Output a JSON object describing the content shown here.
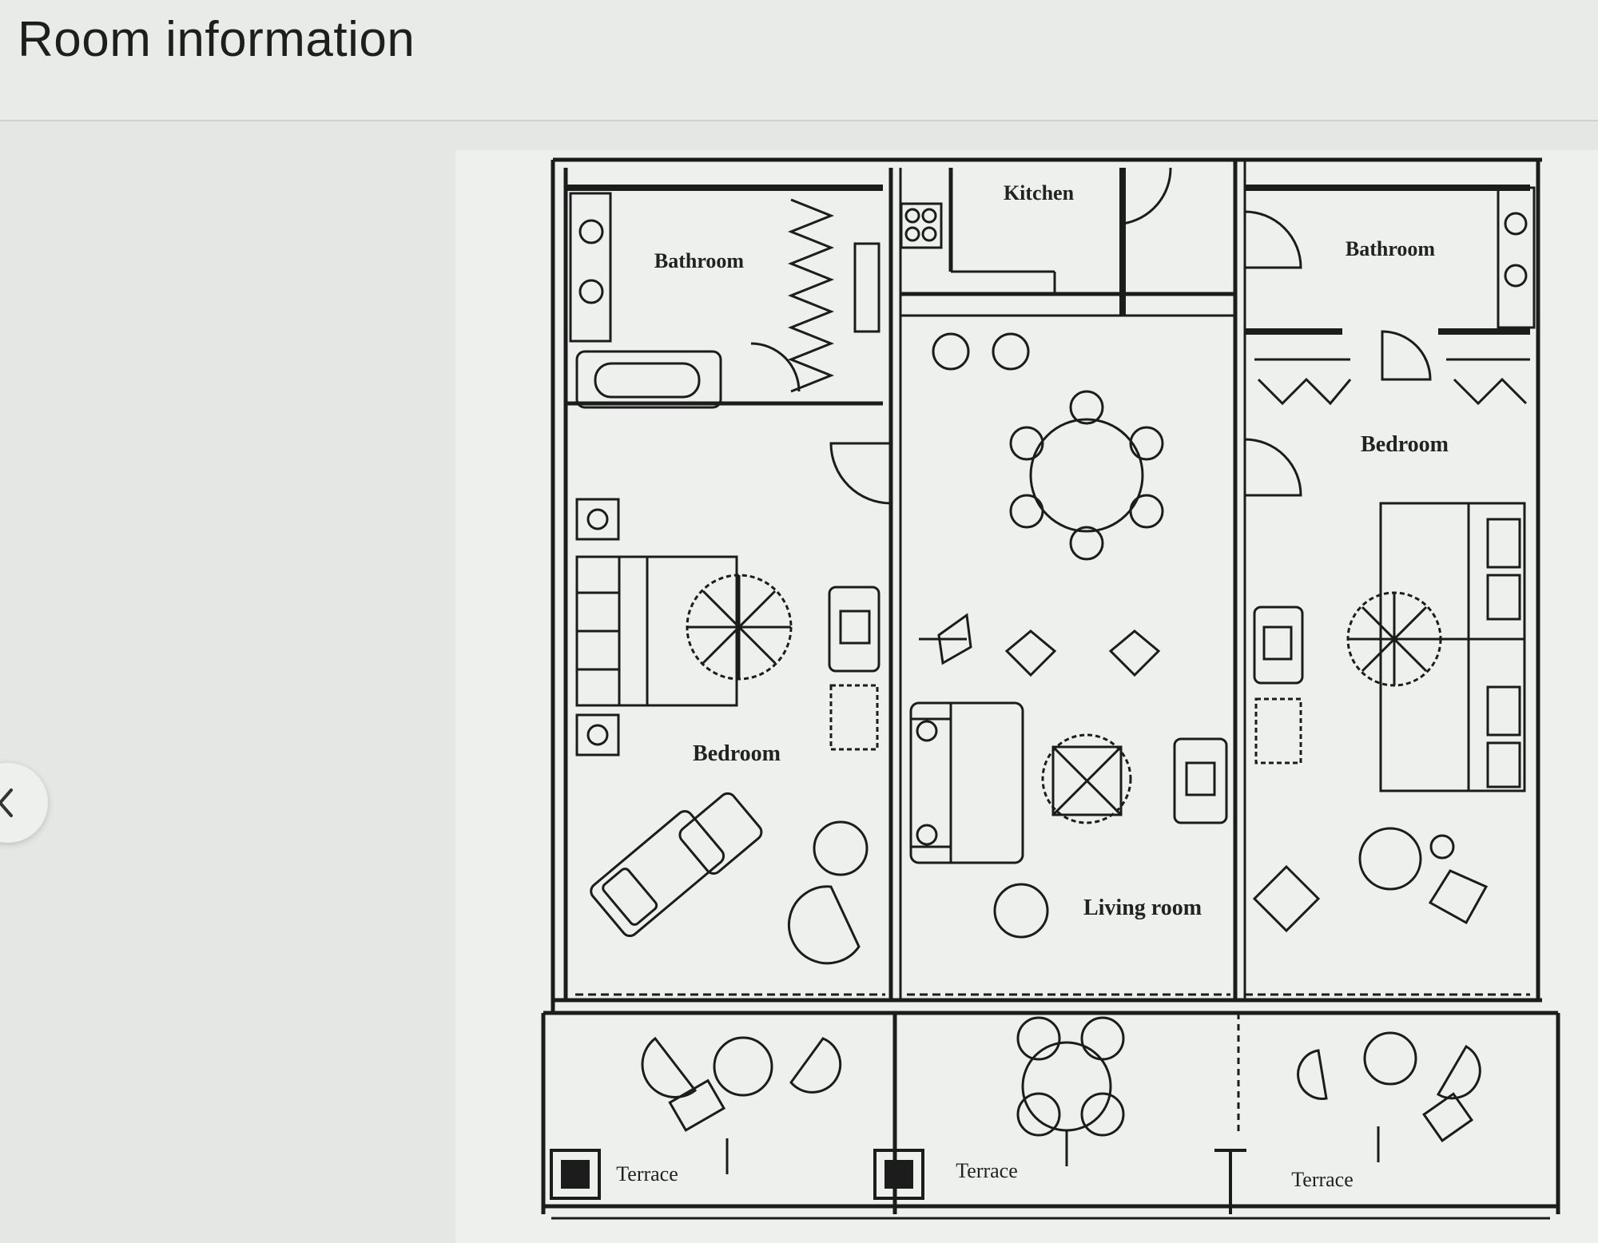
{
  "header": {
    "title": "Room information"
  },
  "nav": {
    "prev_icon": "chevron-left-icon"
  },
  "floorplan": {
    "labels": {
      "kitchen": "Kitchen",
      "bathroom_left": "Bathroom",
      "bathroom_right": "Bathroom",
      "bedroom_left": "Bedroom",
      "bedroom_right": "Bedroom",
      "living_room": "Living room",
      "terrace_left": "Terrace",
      "terrace_middle": "Terrace",
      "terrace_right": "Terrace"
    }
  }
}
